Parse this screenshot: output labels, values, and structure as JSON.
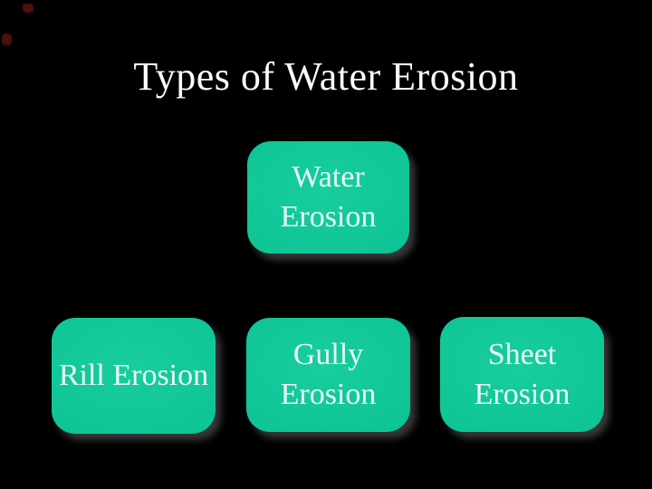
{
  "slide": {
    "title": "Types of Water Erosion",
    "background_color": "#000000",
    "title_color": "#fdfdfd"
  },
  "diagram": {
    "box_fill_color": "#0fc596",
    "box_text_color": "#e9faf4",
    "shadow_color": "#7d7d7d",
    "boxes": {
      "water": {
        "text": "Water\nErosion"
      },
      "rill": {
        "text": "Rill Erosion"
      },
      "gully": {
        "text": "Gully\nErosion"
      },
      "sheet": {
        "text": "Sheet\nErosion"
      }
    }
  },
  "artifacts": {
    "corner_marks_color": "#4c100d"
  }
}
